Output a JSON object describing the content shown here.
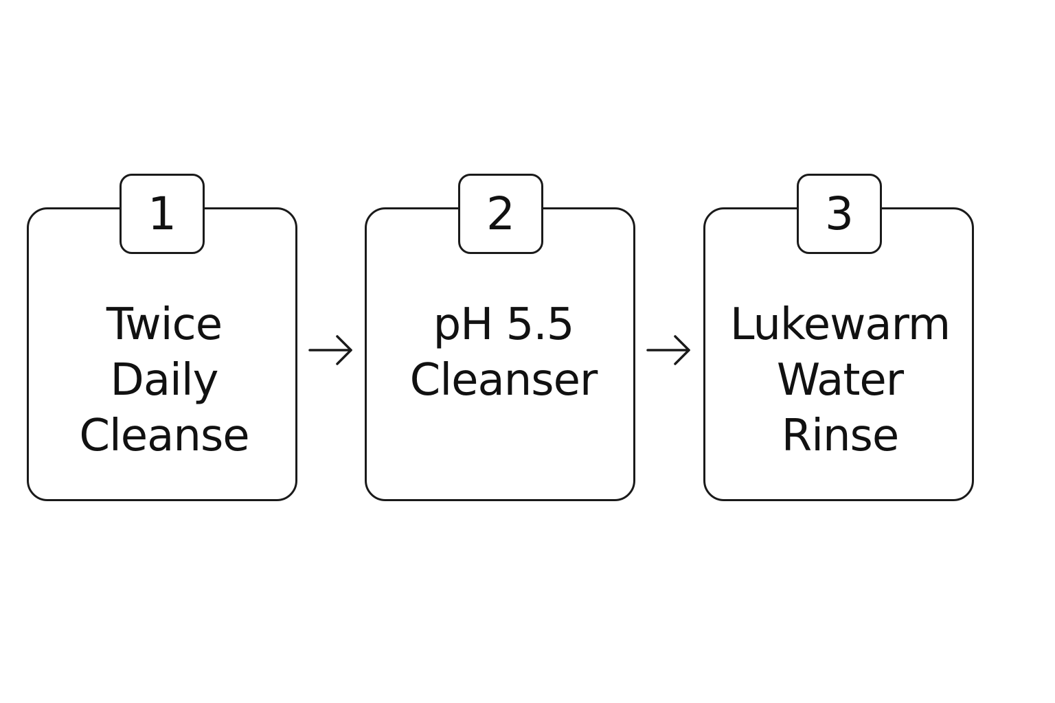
{
  "steps": [
    {
      "number": "1",
      "lines": [
        "Twice",
        "Daily",
        "Cleanse"
      ]
    },
    {
      "number": "2",
      "lines": [
        "pH 5.5",
        "Cleanser"
      ]
    },
    {
      "number": "3",
      "lines": [
        "Lukewarm",
        "Water",
        "Rinse"
      ]
    }
  ],
  "arrows": [
    {
      "icon": "right-arrow-icon"
    },
    {
      "icon": "right-arrow-icon"
    }
  ],
  "colors": {
    "stroke": "#1a1a1a",
    "text": "#111111",
    "background": "#ffffff"
  }
}
